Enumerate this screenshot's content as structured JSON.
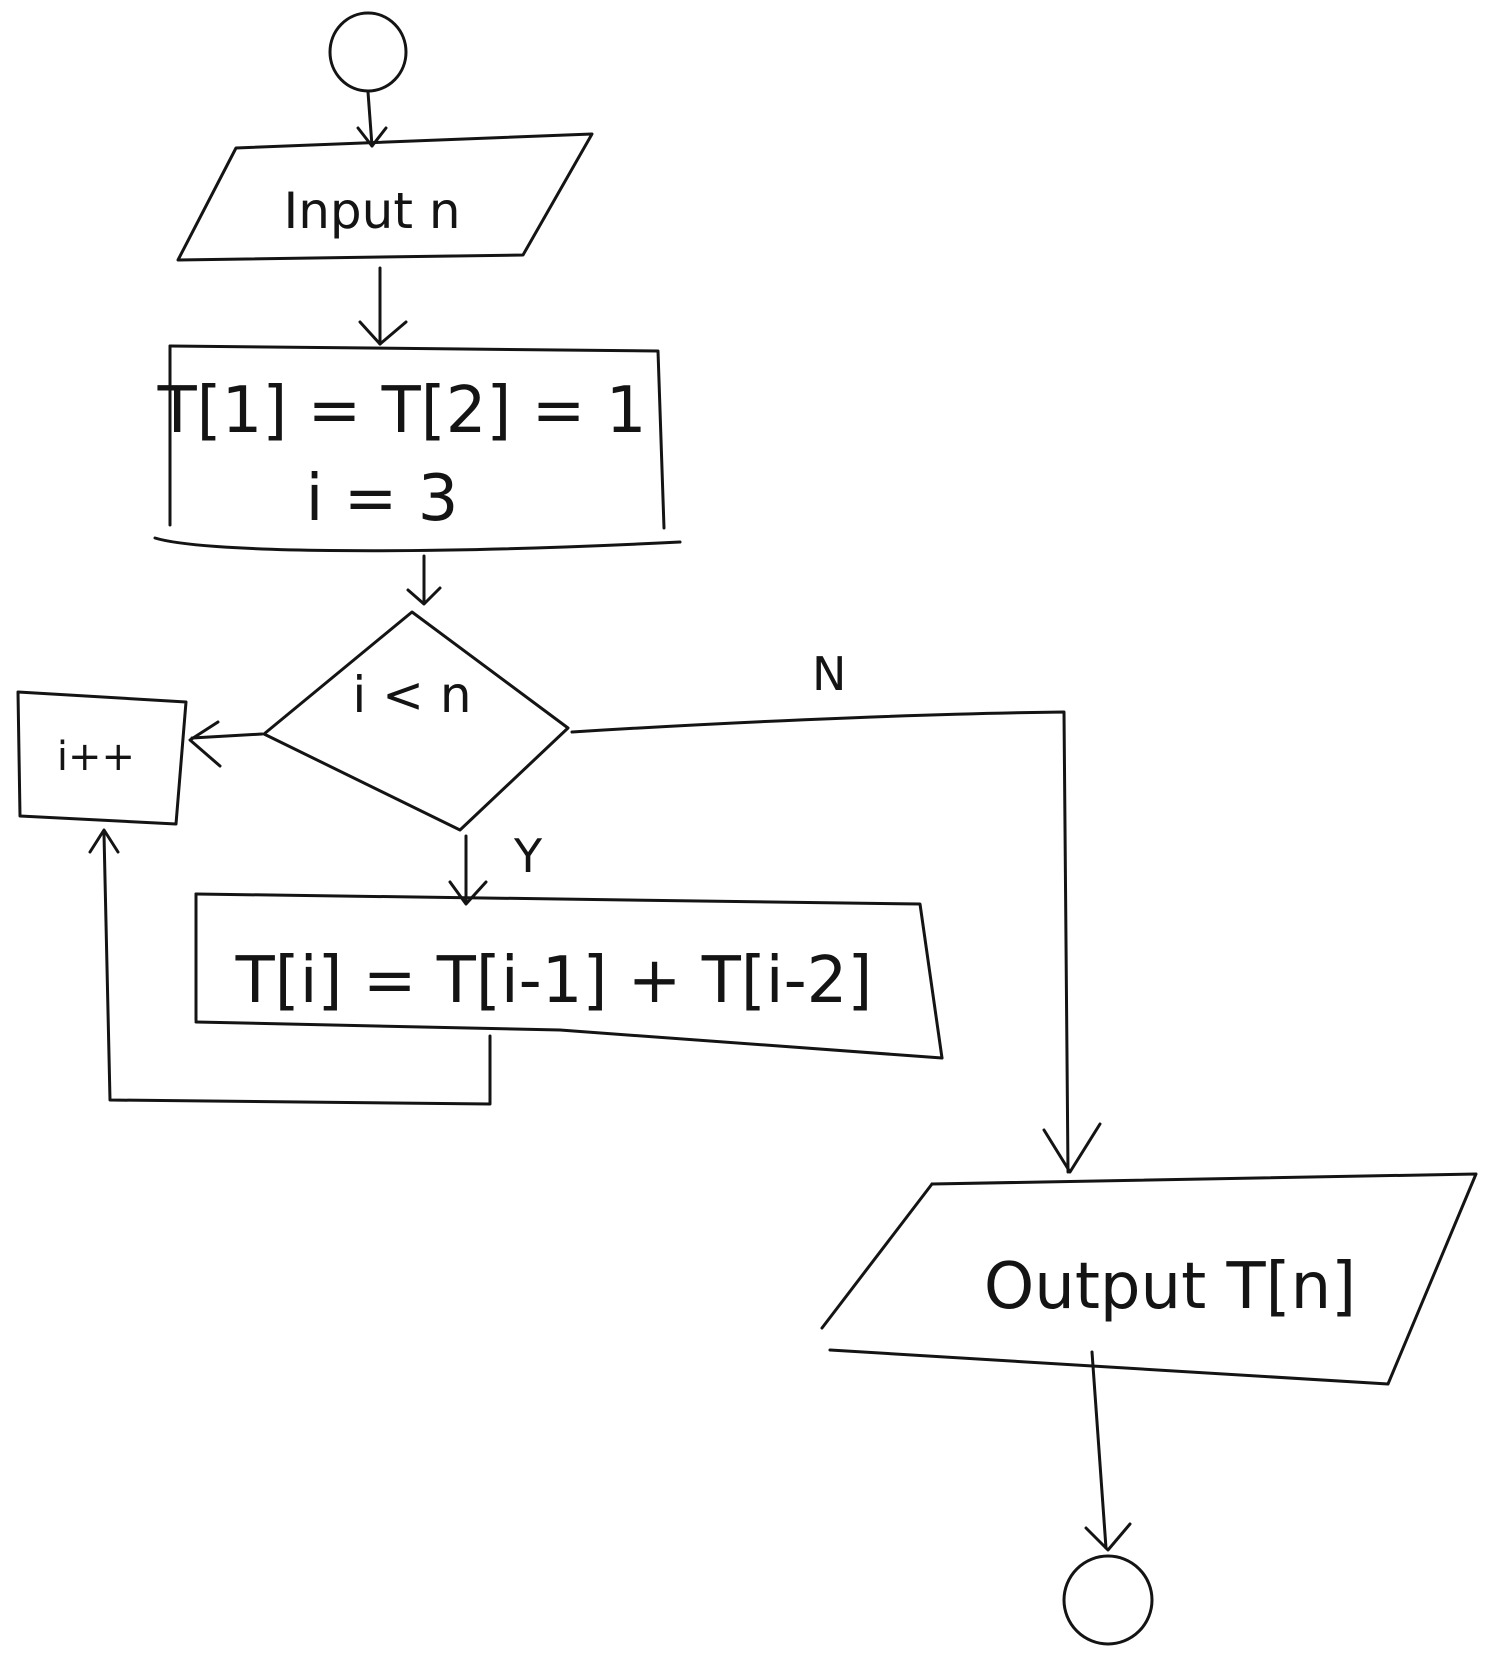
{
  "flowchart": {
    "input_step": "Input n",
    "init_line1": "T[1] = T[2] = 1",
    "init_line2": "i = 3",
    "condition": "i < n",
    "increment_step": "i++",
    "loop_body": "T[i] = T[i-1] + T[i-2]",
    "output_step": "Output T[n]",
    "yes_label": "Y",
    "no_label": "N"
  },
  "colors": {
    "ink": "#141414",
    "paper": "#ffffff"
  }
}
